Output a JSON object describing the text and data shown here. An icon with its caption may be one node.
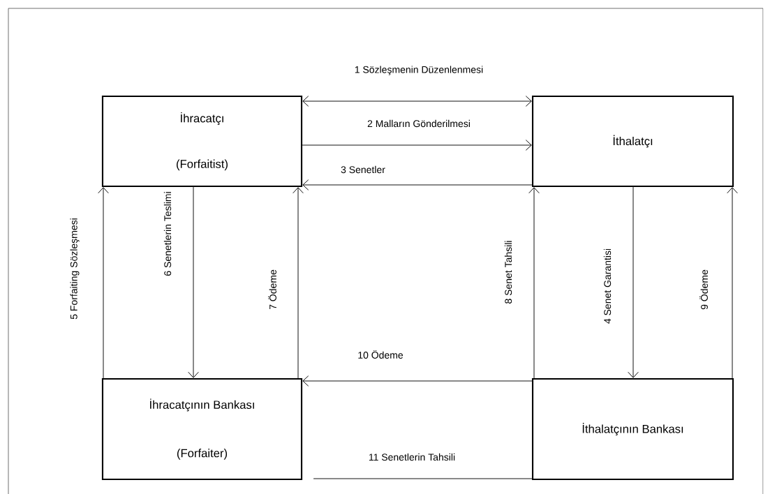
{
  "diagram": {
    "nodes": [
      {
        "text": [
          "İhracatçı",
          "(Forfaitist)"
        ]
      },
      {
        "text": [
          "İthalatçı"
        ]
      },
      {
        "text": [
          "İhracatçının Bankası",
          "(Forfaiter)"
        ]
      },
      {
        "text": [
          "İthalatçının Bankası"
        ]
      }
    ],
    "edges": [
      {
        "from": 0,
        "to": 1,
        "arrow": "both",
        "label": "1 Sözleşmenin Düzenlenmesi"
      },
      {
        "from": 0,
        "to": 1,
        "arrow": "to",
        "label": "2 Malların Gönderilmesi"
      },
      {
        "from": 1,
        "to": 0,
        "arrow": "to",
        "label": "3 Senetler"
      },
      {
        "from": 1,
        "to": 3,
        "arrow": "to",
        "label": "4 Senet Garantisi"
      },
      {
        "from": 2,
        "to": 0,
        "arrow": "to",
        "label": "5 Forfaiting Sözleşmesi"
      },
      {
        "from": 0,
        "to": 2,
        "arrow": "to",
        "label": "6 Senetlerin Teslimi"
      },
      {
        "from": 2,
        "to": 0,
        "arrow": "to",
        "label": "7 Ödeme"
      },
      {
        "from": 3,
        "to": 1,
        "arrow": "to",
        "label": "8 Senet Tahsili"
      },
      {
        "from": 3,
        "to": 1,
        "arrow": "to",
        "label": "9 Ödeme"
      },
      {
        "from": 3,
        "to": 2,
        "arrow": "to",
        "label": "10 Ödeme"
      },
      {
        "from": 2,
        "to": 3,
        "arrow": "none",
        "label": "11 Senetlerin Tahsili"
      }
    ]
  }
}
